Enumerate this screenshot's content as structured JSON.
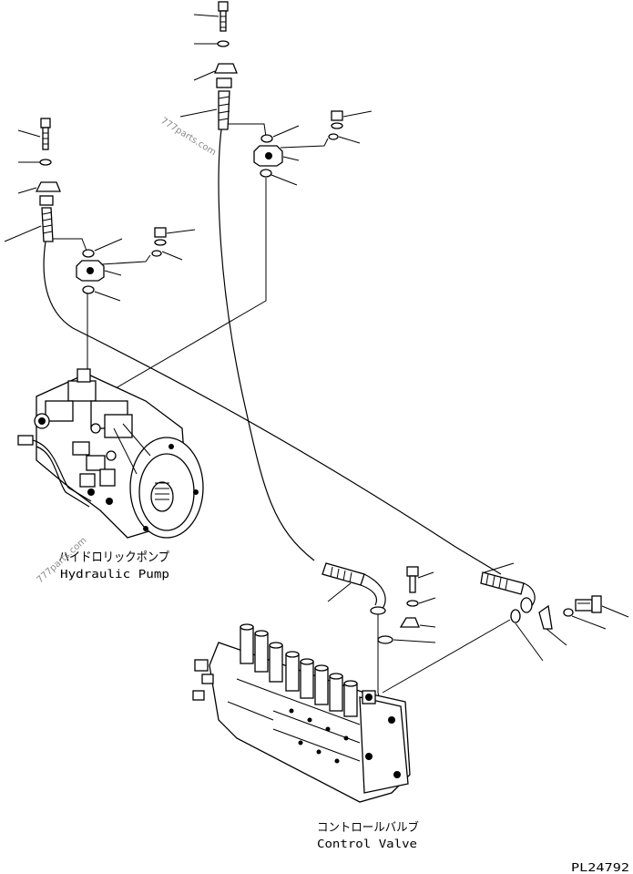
{
  "labels": {
    "pump_ja": "ハイドロリックポンプ",
    "pump_en": "Hydraulic Pump",
    "valve_ja": "コントロールバルブ",
    "valve_en": "Control Valve",
    "drawing_no": "PL24792"
  },
  "watermarks": {
    "top": "777parts.com",
    "side": "777parts.com"
  }
}
